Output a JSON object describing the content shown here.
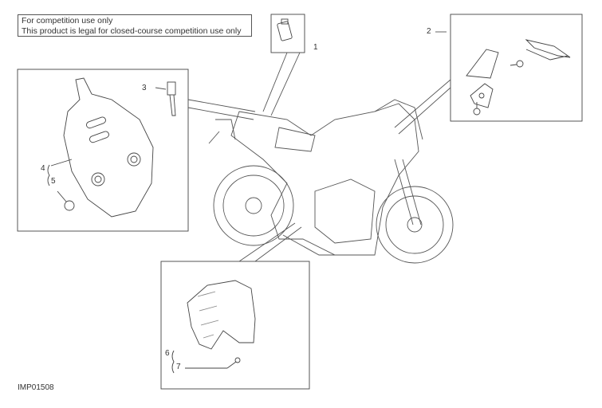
{
  "notice": {
    "line1": "For competition use only",
    "line2": "This product is legal for closed-course competition use only"
  },
  "callouts": [
    "1",
    "2",
    "3",
    "4",
    "5",
    "6",
    "7"
  ],
  "drawing_code": "IMP01508"
}
